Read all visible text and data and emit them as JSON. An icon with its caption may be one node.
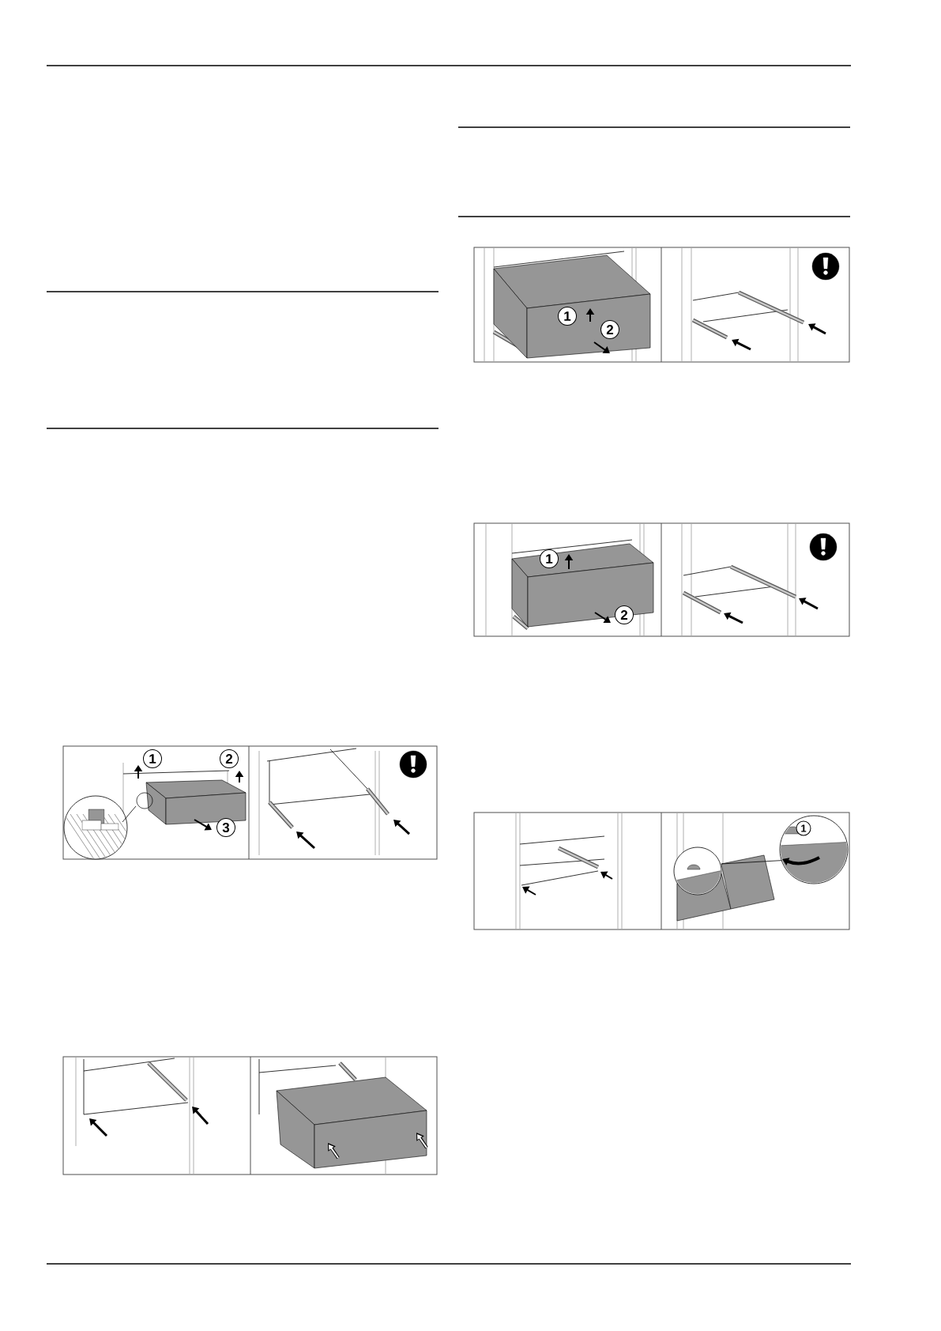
{
  "diagram": {
    "labels": [
      "1",
      "2",
      "3",
      "1",
      "2",
      "1",
      "2",
      "1"
    ]
  }
}
